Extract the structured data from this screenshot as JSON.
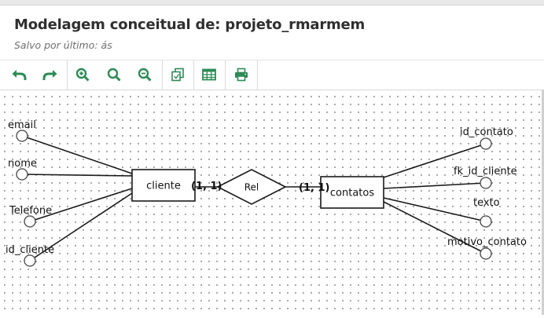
{
  "header": {
    "title": "Modelagem conceitual de: projeto_rmarmem",
    "subtitle": "Salvo por último: ás"
  },
  "toolbar": {
    "buttons": [
      {
        "name": "undo-icon",
        "group": 1
      },
      {
        "name": "redo-icon",
        "group": 1
      },
      {
        "name": "zoom-in-icon",
        "group": 2
      },
      {
        "name": "zoom-reset-icon",
        "group": 2
      },
      {
        "name": "zoom-out-icon",
        "group": 2
      },
      {
        "name": "copy-icon",
        "group": 3
      },
      {
        "name": "table-icon",
        "group": 4
      },
      {
        "name": "print-icon",
        "group": 5
      }
    ],
    "icon_color": "#2e8b57"
  },
  "diagram": {
    "entities": {
      "cliente": "cliente",
      "contatos": "contatos"
    },
    "relationship": "Rel",
    "cardinalities": {
      "cliente_side": "(1, 1)",
      "contatos_side": "(1, 1)"
    },
    "cliente_attributes": [
      "email",
      "nome",
      "Telefone",
      "id_cliente"
    ],
    "contatos_attributes": [
      "id_contato",
      "fk_id_cliente",
      "texto",
      "motivo_contato"
    ]
  }
}
